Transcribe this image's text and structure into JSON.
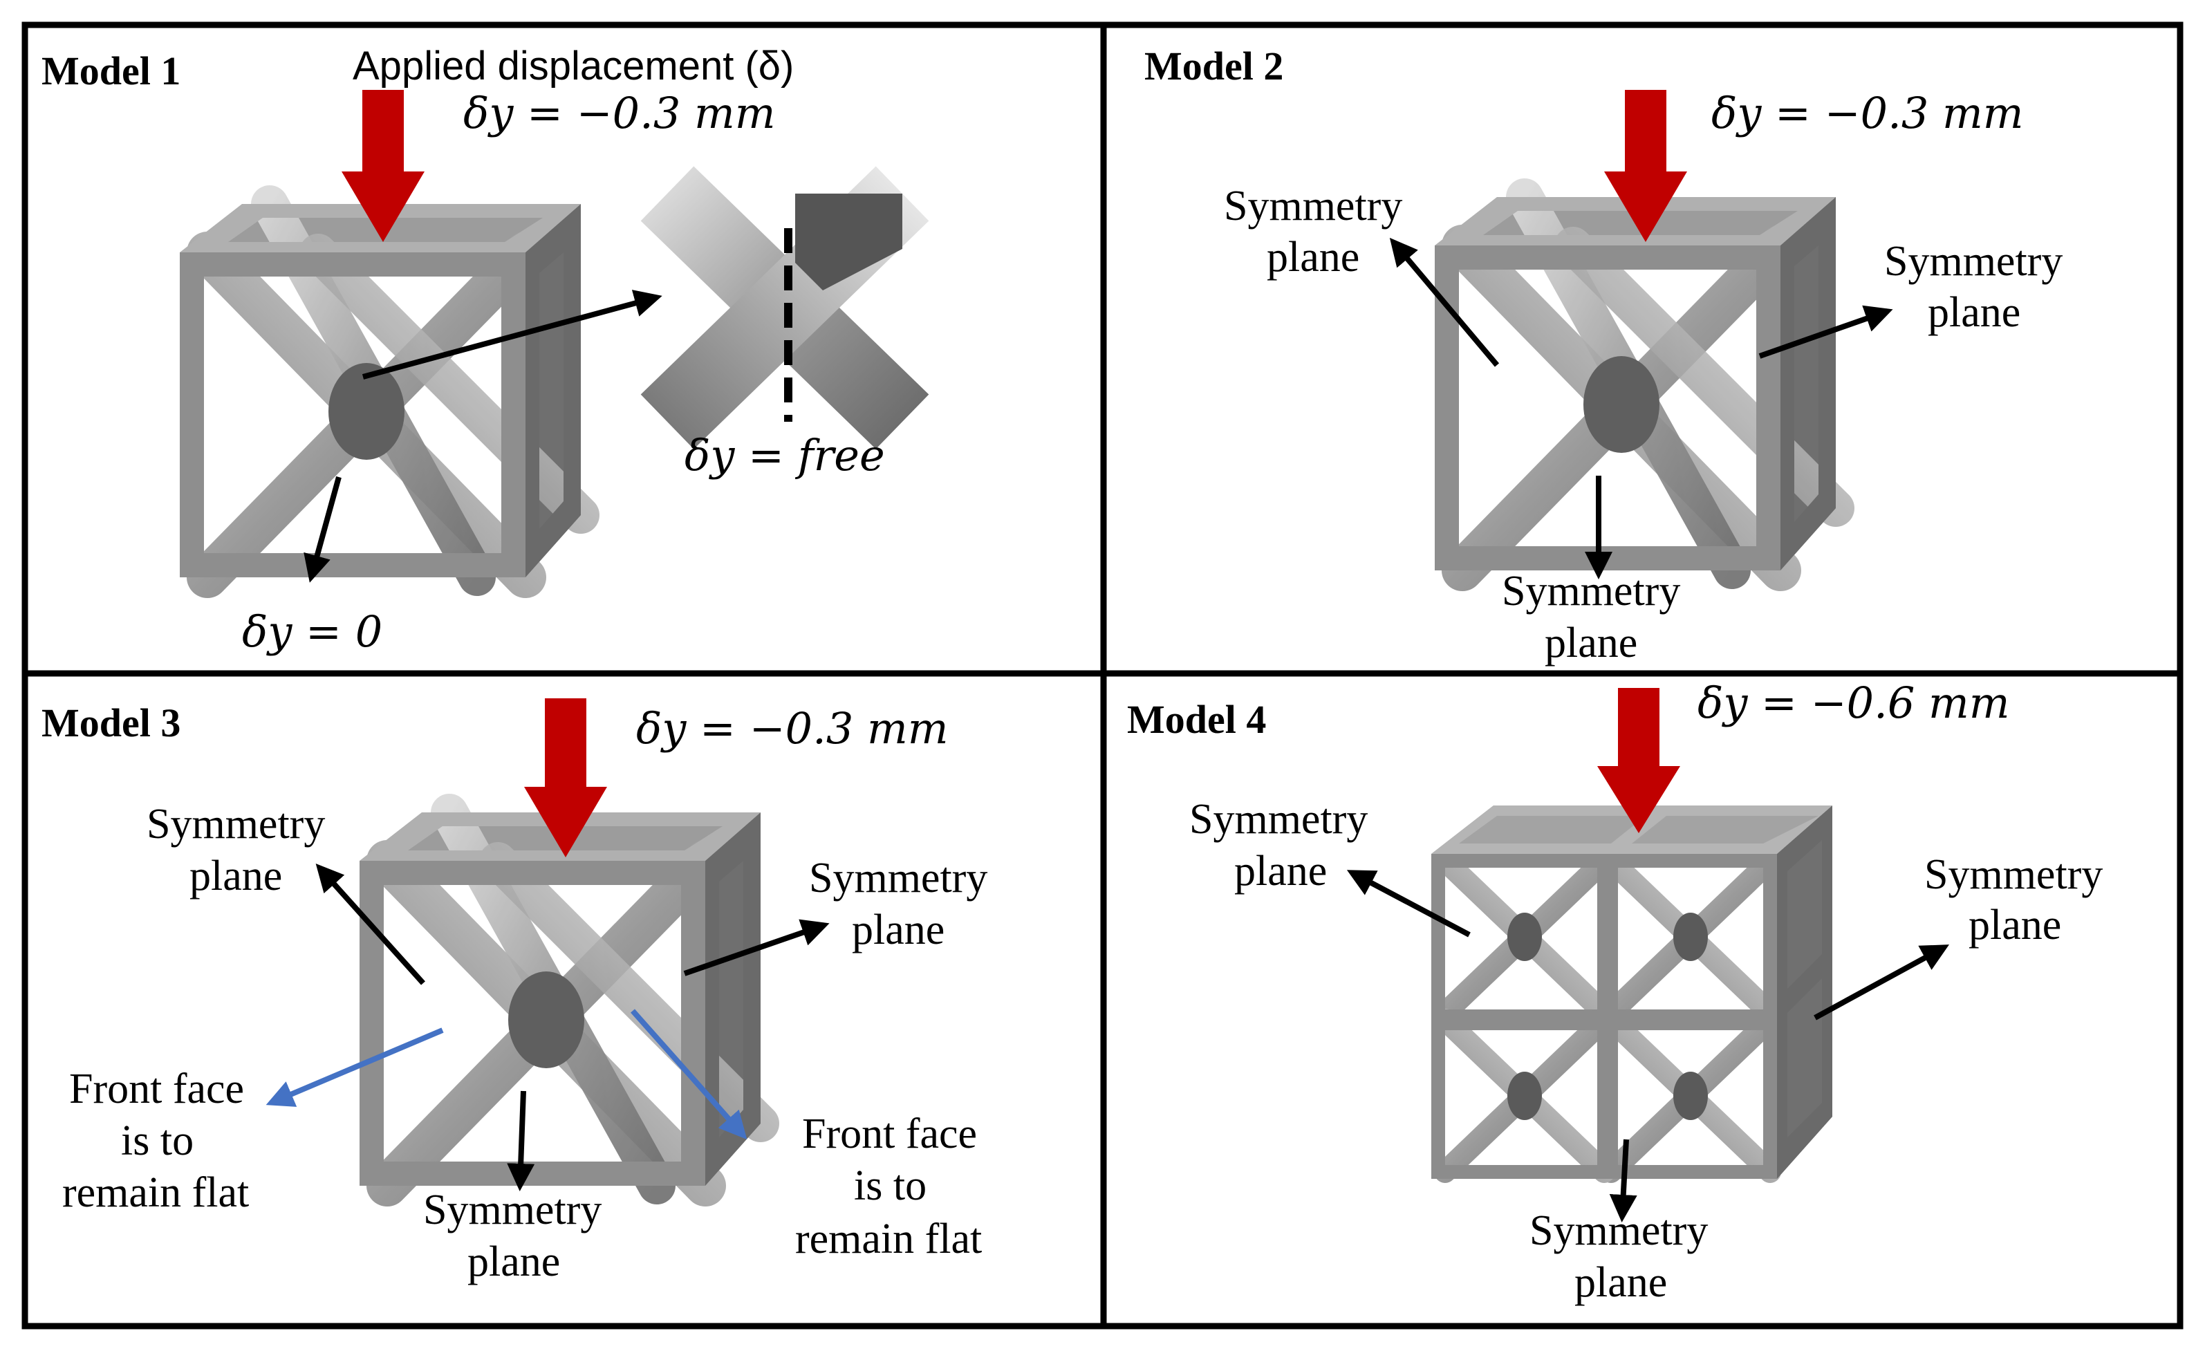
{
  "colors": {
    "load_arrow": "#c00000",
    "pointer_arrow": "#000000",
    "flat_face_arrow": "#4472c4",
    "lattice_frame": "#8a8a8a",
    "lattice_strut": "#b8b8b8"
  },
  "panels": [
    {
      "title": "Model 1",
      "applied_displacement_label": "Applied displacement (δ)",
      "displacement": "δy = −0.3 mm",
      "inset_label": "δy = free",
      "bottom_label": "δy = 0"
    },
    {
      "title": "Model 2",
      "displacement": "δy = −0.3 mm",
      "labels": [
        "Symmetry plane",
        "Symmetry plane",
        "Symmetry plane"
      ]
    },
    {
      "title": "Model 3",
      "displacement": "δy = −0.3 mm",
      "labels": [
        "Symmetry plane",
        "Symmetry plane",
        "Symmetry plane"
      ],
      "flat_labels": [
        "Front face is to remain flat",
        "Front face is to remain flat"
      ]
    },
    {
      "title": "Model 4",
      "displacement": "δy = −0.6 mm",
      "labels": [
        "Symmetry plane",
        "Symmetry plane",
        "Symmetry plane"
      ]
    }
  ]
}
